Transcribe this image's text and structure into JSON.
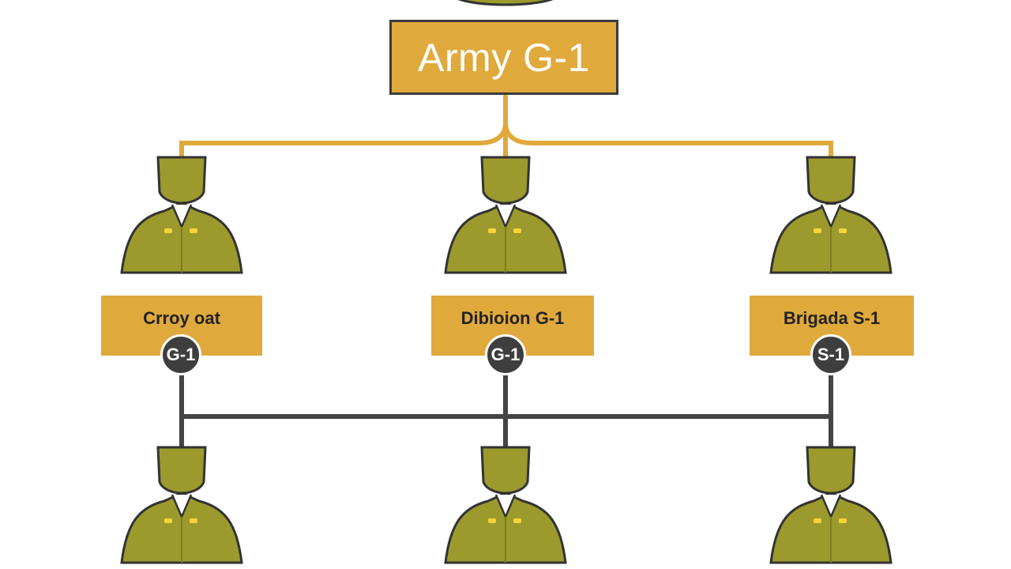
{
  "diagram": {
    "top": {
      "label": "Army G-1"
    },
    "units": [
      {
        "label": "Crroy oat",
        "badge": "G-1"
      },
      {
        "label": "Dibioion G-1",
        "badge": "G-1"
      },
      {
        "label": "Brigada S-1",
        "badge": "S-1"
      }
    ]
  },
  "colors": {
    "gold": "#e0a93c",
    "olive": "#9c9a2c",
    "dark": "#3e3e3e",
    "outline": "#333333",
    "accent": "#f5d33a"
  },
  "icons": {
    "person": "soldier-icon",
    "top_knot": "oval-node"
  }
}
